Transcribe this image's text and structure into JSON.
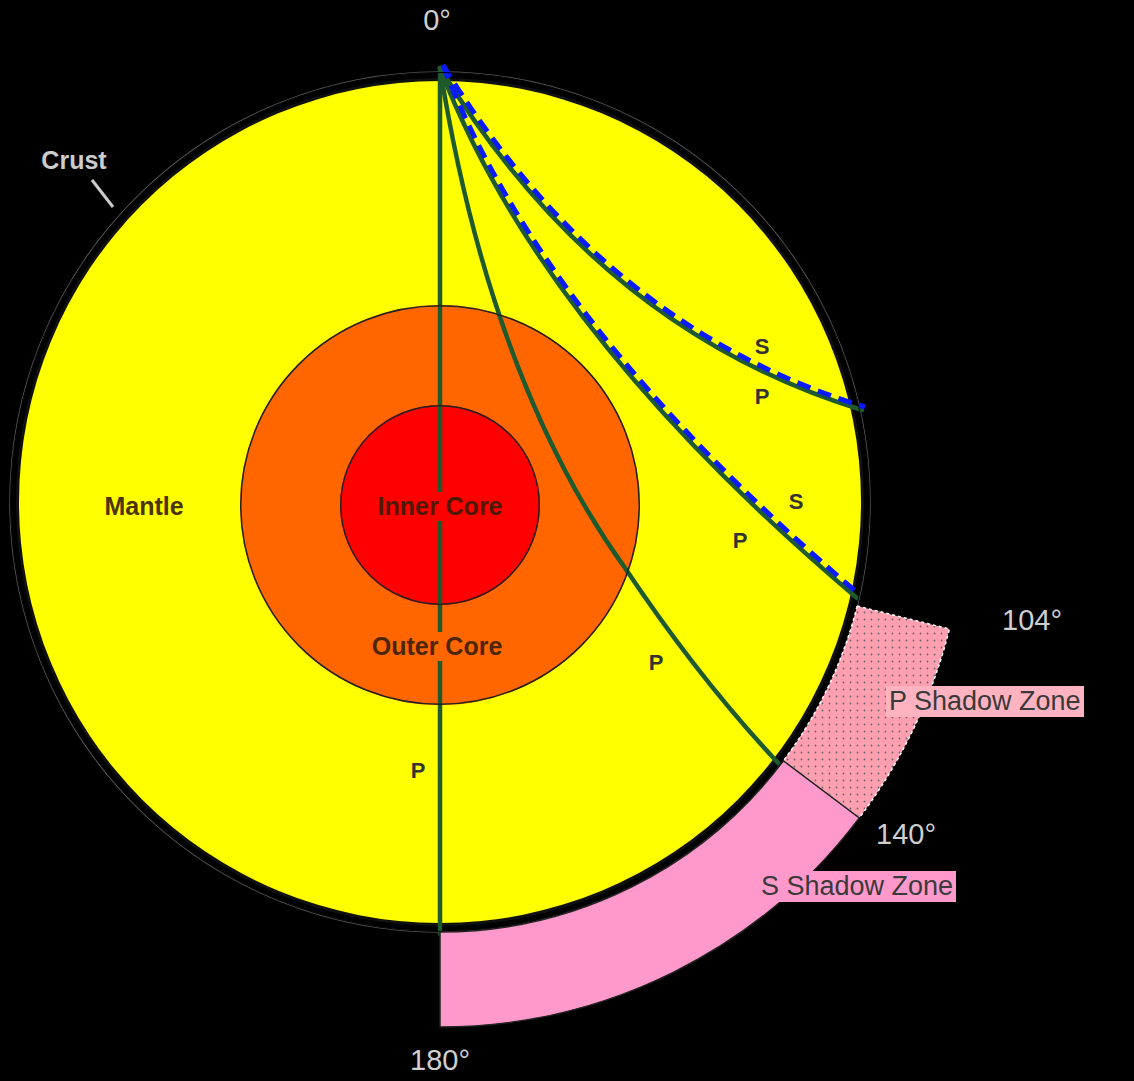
{
  "diagram": {
    "nodes": [
      {
        "text": [
          "Mantle"
        ]
      },
      {
        "text": [
          "Outer Core"
        ],
        "in": 0
      },
      {
        "text": [
          "Inner Core"
        ],
        "in": 1
      },
      {
        "text": [
          "P Shadow Zone"
        ]
      },
      {
        "text": [
          "S Shadow Zone"
        ]
      }
    ],
    "labels": [
      "Crust",
      "S",
      "P",
      "S",
      "P",
      "P",
      "P",
      "0°",
      "104°",
      "140°",
      "180°"
    ]
  }
}
